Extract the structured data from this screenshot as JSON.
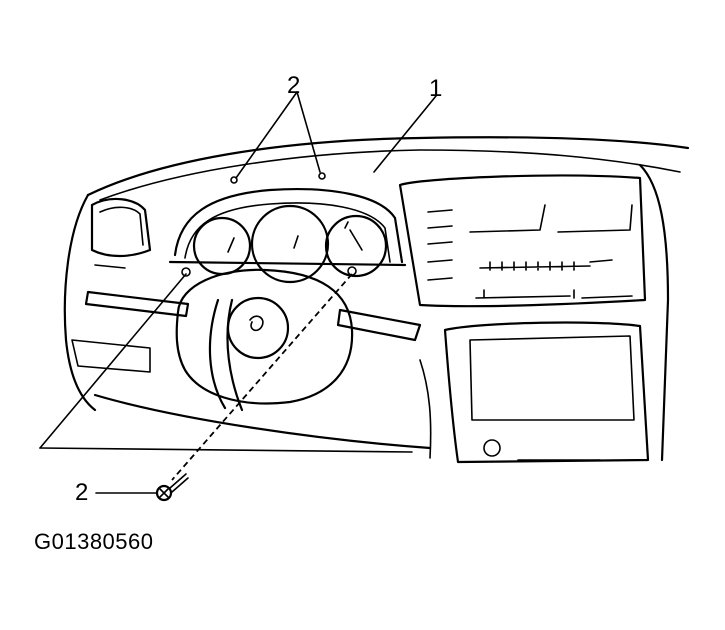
{
  "callouts": {
    "top_label": "2",
    "dash_label": "1",
    "screw_label": "2"
  },
  "figure_code": "G01380560"
}
